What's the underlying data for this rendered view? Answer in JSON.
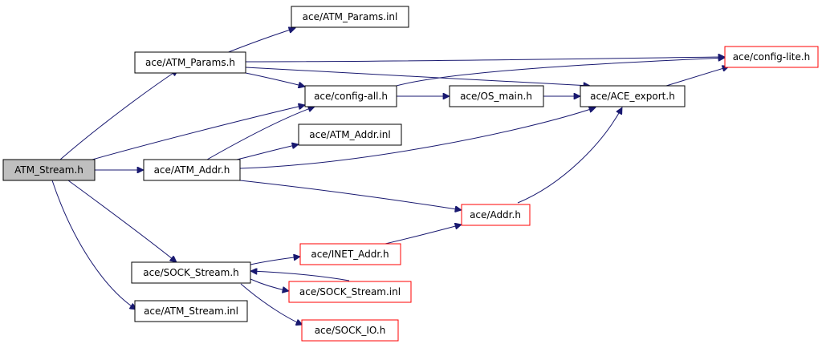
{
  "style": {
    "edge_color": "#191970",
    "root_fill": "#bfbfbf",
    "default_border": "#000000",
    "truncated_border": "#ff0000",
    "node_fill": "#ffffff"
  },
  "nodes": {
    "atm_stream_h": {
      "label": "ATM_Stream.h",
      "is_root": true
    },
    "atm_params_inl": {
      "label": "ace/ATM_Params.inl"
    },
    "atm_params_h": {
      "label": "ace/ATM_Params.h"
    },
    "config_lite_h": {
      "label": "ace/config-lite.h",
      "truncated": true
    },
    "config_all_h": {
      "label": "ace/config-all.h"
    },
    "os_main_h": {
      "label": "ace/OS_main.h"
    },
    "ace_export_h": {
      "label": "ace/ACE_export.h"
    },
    "atm_addr_inl": {
      "label": "ace/ATM_Addr.inl"
    },
    "atm_addr_h": {
      "label": "ace/ATM_Addr.h"
    },
    "addr_h": {
      "label": "ace/Addr.h",
      "truncated": true
    },
    "inet_addr_h": {
      "label": "ace/INET_Addr.h",
      "truncated": true
    },
    "sock_stream_h": {
      "label": "ace/SOCK_Stream.h"
    },
    "sock_stream_inl": {
      "label": "ace/SOCK_Stream.inl",
      "truncated": true
    },
    "atm_stream_inl": {
      "label": "ace/ATM_Stream.inl"
    },
    "sock_io_h": {
      "label": "ace/SOCK_IO.h",
      "truncated": true
    }
  }
}
